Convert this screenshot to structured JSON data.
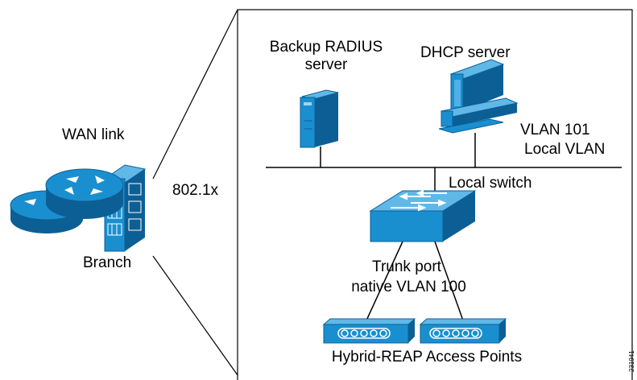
{
  "labels": {
    "wan_link": "WAN link",
    "branch": "Branch",
    "dot1x": "802.1x",
    "backup_radius_line1": "Backup RADIUS",
    "backup_radius_line2": "server",
    "dhcp_server": "DHCP server",
    "vlan101": "VLAN 101",
    "local_vlan": "Local VLAN",
    "local_switch": "Local switch",
    "trunk_port": "Trunk port",
    "native_vlan": "native VLAN 100",
    "access_points": "Hybrid-REAP Access Points",
    "figure_id": "231941"
  },
  "colors": {
    "device_blue": "#1a8fd0",
    "device_dark": "#0c5f95",
    "device_light": "#5fb8e8",
    "line": "#000000"
  },
  "icons": {
    "router_front": "router-icon",
    "router_back": "router-icon",
    "branch_building": "building-icon",
    "radius_server": "server-tower-icon",
    "dhcp_workstation": "workstation-icon",
    "local_switch": "switch-icon",
    "ap_left": "access-point-icon",
    "ap_right": "access-point-icon"
  }
}
